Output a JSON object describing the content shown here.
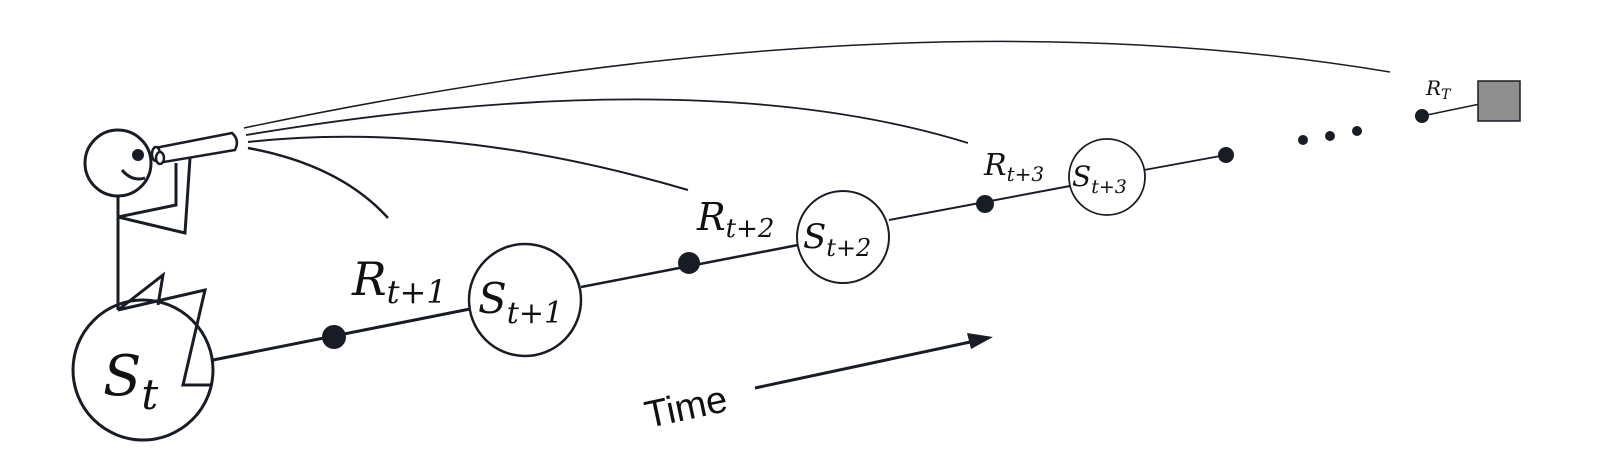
{
  "diagram": {
    "states": [
      {
        "symbol": "S",
        "subscript": "t"
      },
      {
        "symbol": "S",
        "subscript": "t+1"
      },
      {
        "symbol": "S",
        "subscript": "t+2"
      },
      {
        "symbol": "S",
        "subscript": "t+3"
      }
    ],
    "rewards": [
      {
        "symbol": "R",
        "subscript": "t+1"
      },
      {
        "symbol": "R",
        "subscript": "t+2"
      },
      {
        "symbol": "R",
        "subscript": "t+3"
      },
      {
        "symbol": "R",
        "subscript": "T"
      }
    ],
    "time_label": "Time",
    "colors": {
      "line": "#181c24",
      "terminal": "#8f8f8f"
    }
  }
}
